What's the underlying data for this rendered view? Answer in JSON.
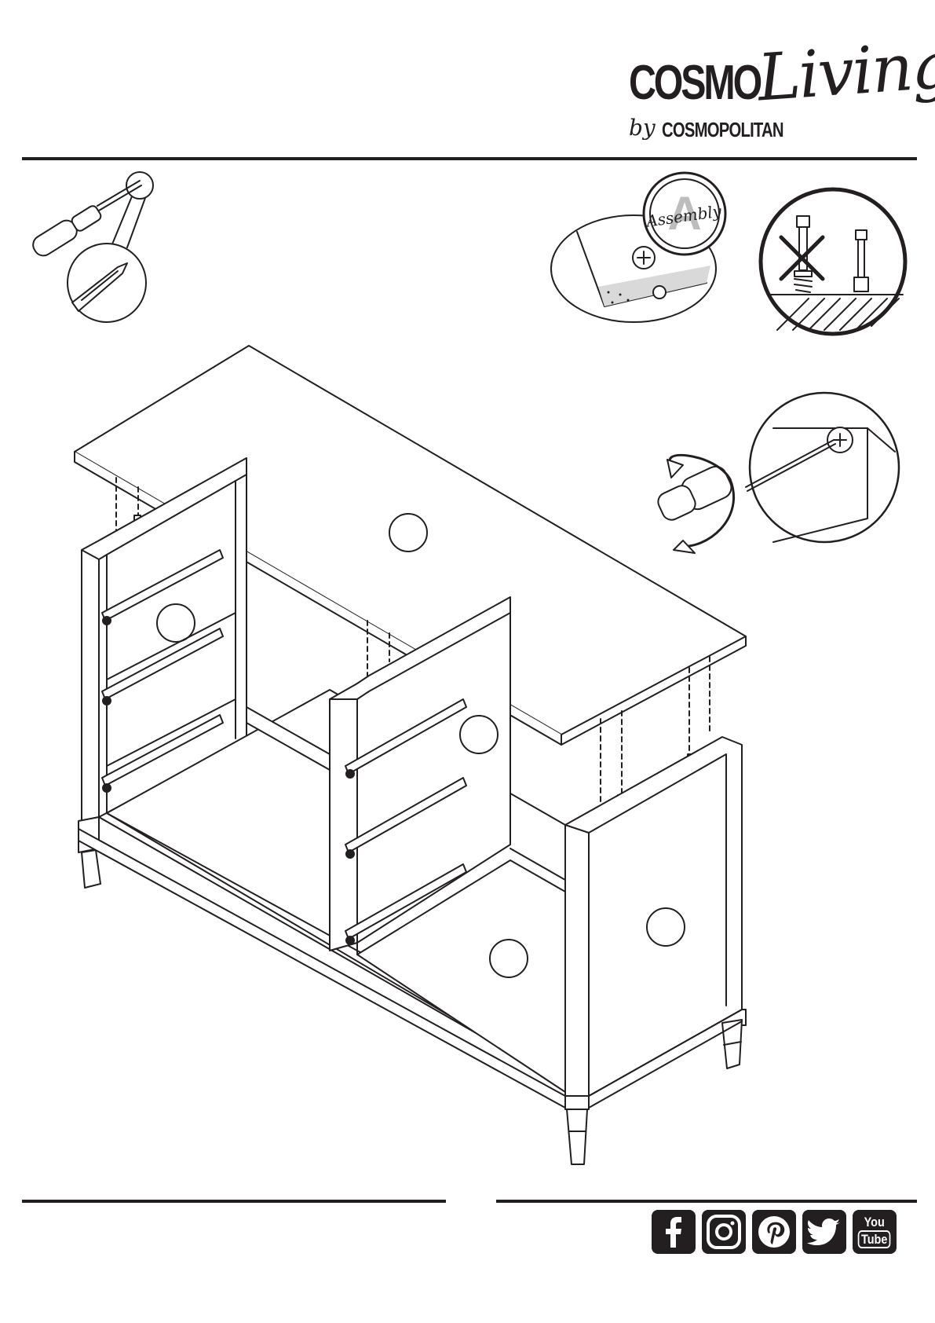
{
  "logo": {
    "brand_main": "COSMO",
    "brand_script": "Living",
    "by": "by",
    "parent": "COSMOPOLITAN"
  },
  "badge": {
    "letter": "A",
    "script": "Assembly"
  },
  "social": {
    "icons": [
      "facebook-icon",
      "instagram-icon",
      "pinterest-icon",
      "twitter-icon",
      "youtube-icon"
    ],
    "youtube_top": "You",
    "youtube_bottom": "Tube"
  },
  "colors": {
    "ink": "#231f20",
    "paper": "#ffffff",
    "badge_gray": "#bdbdbd"
  }
}
